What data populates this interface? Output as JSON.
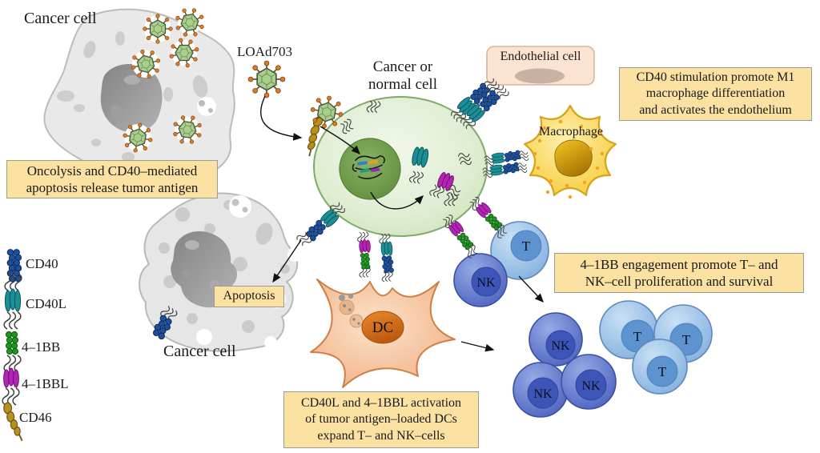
{
  "labels": {
    "cancer_cell_top": "Cancer cell",
    "loaD703": "LOAd703",
    "center_cell": "Cancer or\nnormal cell",
    "endothelial_cell": "Endothelial cell",
    "macrophage": "Macrophage",
    "apoptosis": "Apoptosis",
    "cancer_cell_bottom": "Cancer cell",
    "dc": "DC",
    "nk": "NK",
    "t": "T"
  },
  "callouts": {
    "oncolysis": "Oncolysis and CD40–mediated\napoptosis release tumor antigen",
    "cd40_stimulation": "CD40 stimulation promote M1\nmacrophage differentiation\nand activates the endothelium",
    "bb_engagement": "4–1BB engagement promote T– and\nNK–cell proliferation and survival",
    "dc_activation": "CD40L and 4–1BBL activation\nof tumor antigen–loaded DCs\nexpand T– and NK–cells"
  },
  "legend": {
    "items": [
      {
        "label": "CD40",
        "color": "#1c4f9e"
      },
      {
        "label": "CD40L",
        "color": "#1b8e96"
      },
      {
        "label": "4–1BB",
        "color": "#219421"
      },
      {
        "label": "4–1BBL",
        "color": "#b424b4"
      },
      {
        "label": "CD46",
        "color": "#b8901e"
      }
    ]
  },
  "colors": {
    "callout_bg": "#fbe2a2",
    "virus_capsid": "#a9cf8d",
    "tumor_cell_green": "#dcebd0",
    "macrophage_yellow": "#f8d04a",
    "dc_orange": "#f5b88a",
    "nk_blue": "#5b74c8",
    "t_blue": "#9cc0e8",
    "endothelial_peach": "#fbe3d2"
  }
}
